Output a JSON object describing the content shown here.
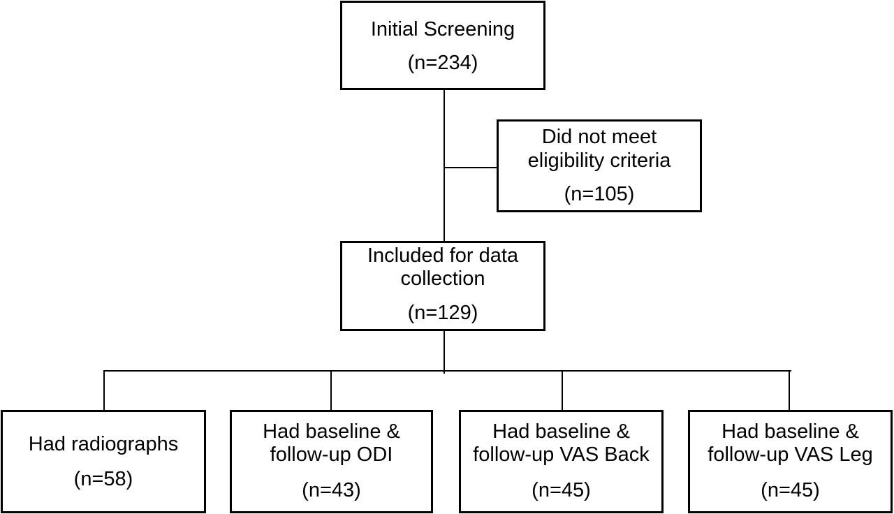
{
  "flowchart": {
    "screening": {
      "label": "Initial Screening",
      "count": "(n=234)"
    },
    "excluded": {
      "label_line1": "Did not meet",
      "label_line2": "eligibility criteria",
      "count": "(n=105)"
    },
    "included": {
      "label_line1": "Included for data",
      "label_line2": "collection",
      "count": "(n=129)"
    },
    "outcomes": [
      {
        "label_line1": "Had radiographs",
        "label_line2": "",
        "count": "(n=58)"
      },
      {
        "label_line1": "Had baseline &",
        "label_line2": "follow-up ODI",
        "count": "(n=43)"
      },
      {
        "label_line1": "Had baseline &",
        "label_line2": "follow-up VAS Back",
        "count": "(n=45)"
      },
      {
        "label_line1": "Had baseline &",
        "label_line2": "follow-up VAS Leg",
        "count": "(n=45)"
      }
    ]
  }
}
